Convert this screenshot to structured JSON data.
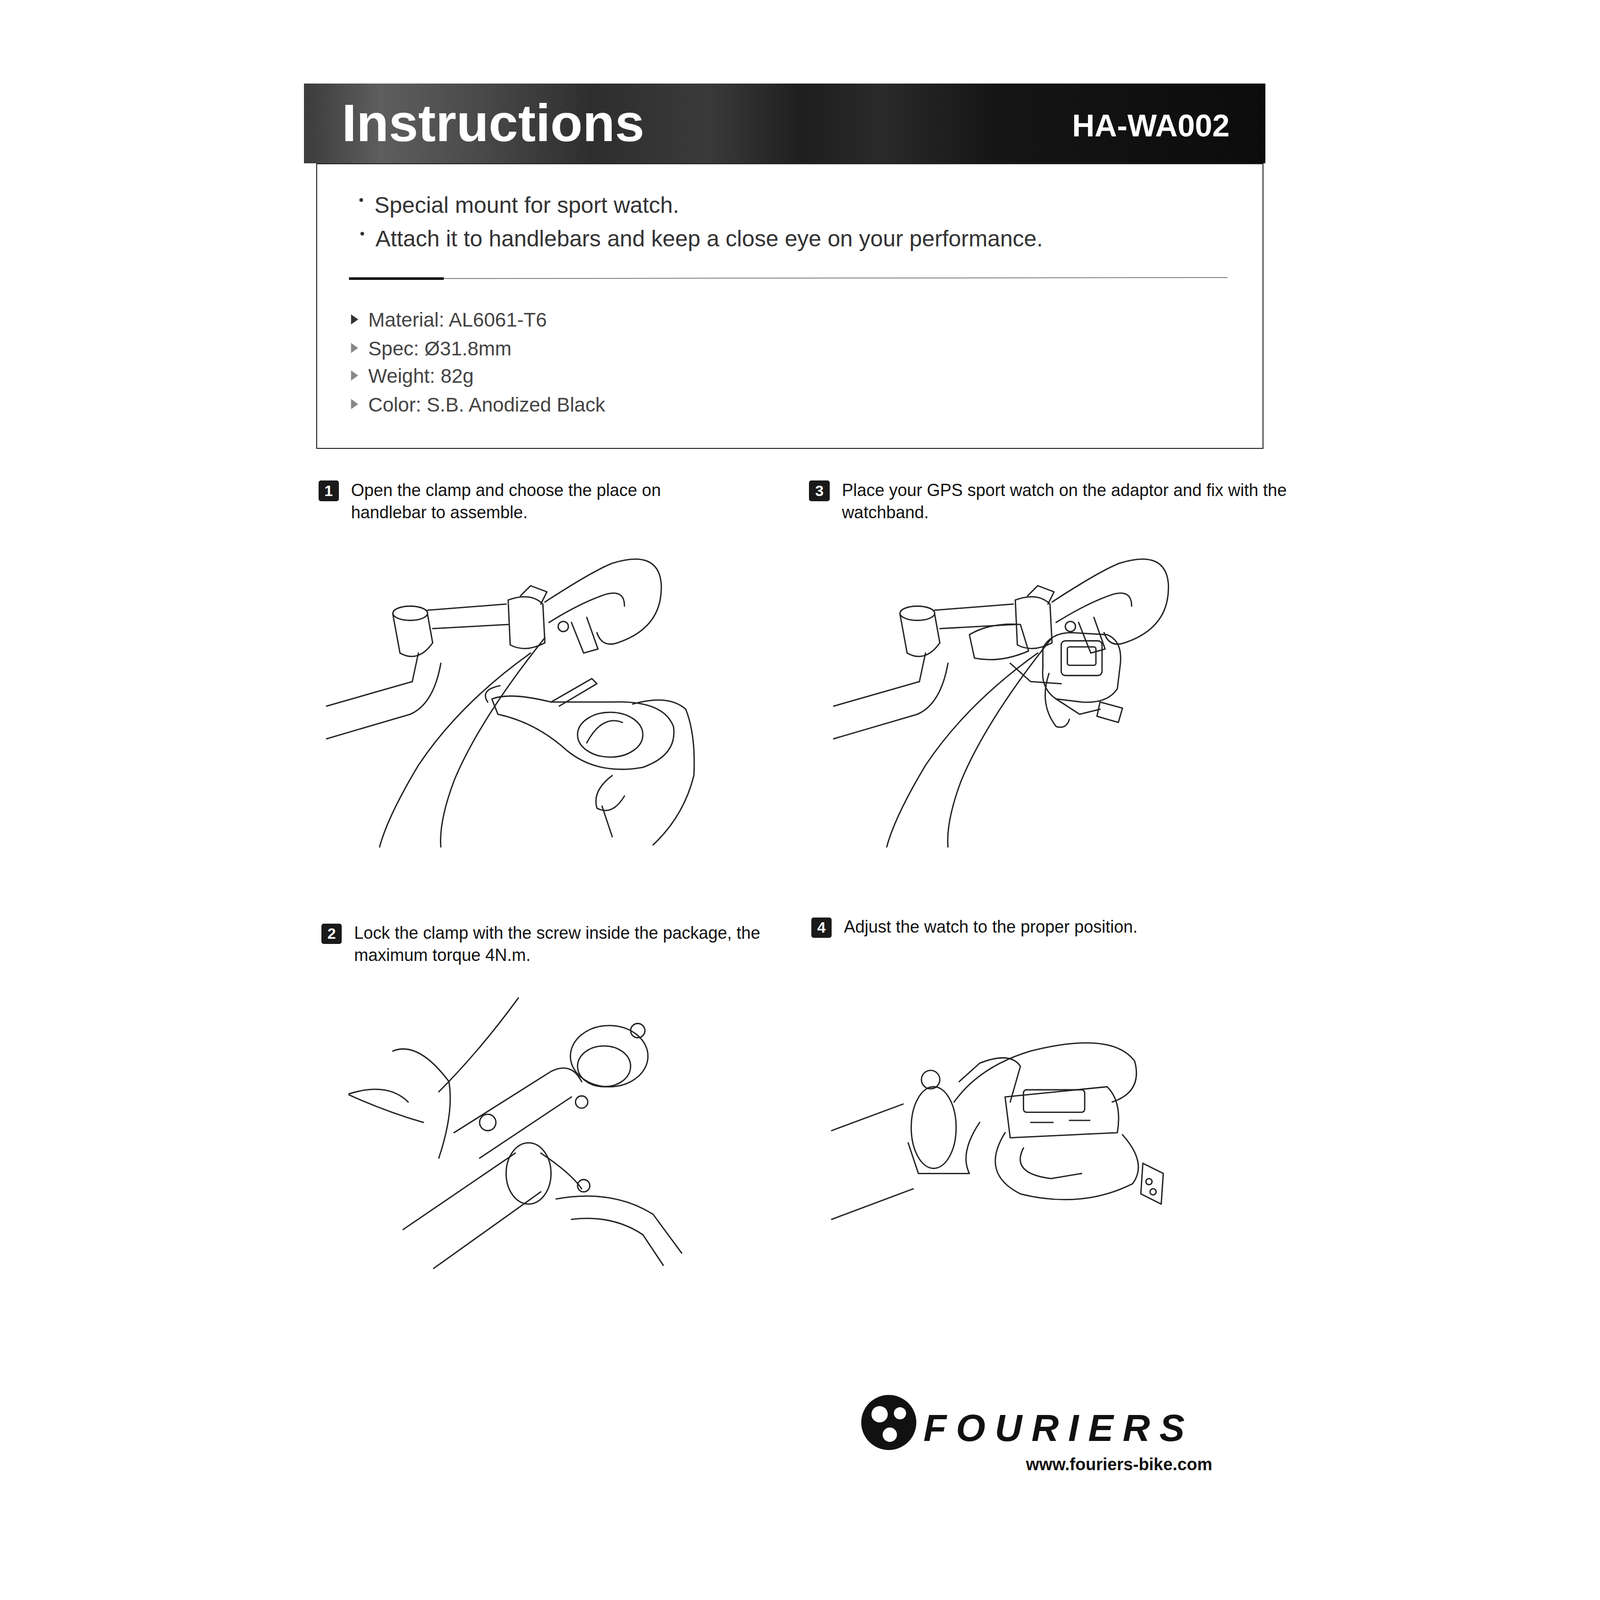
{
  "diagram": {
    "nodes": [
      {
        "text": [
          "Instructions",
          "HA-WA002"
        ]
      },
      {
        "text": [
          "Special mount for sport watch.",
          "Attach it to handlebars and keep a close eye on your performance.",
          "Material: AL6061-T6",
          "Spec: Ø31.8mm",
          "Weight: 82g",
          "Color: S.B. Anodized Black"
        ]
      },
      {
        "text": [
          "1",
          "Open the clamp and choose the place on handlebar to assemble."
        ]
      },
      {
        "text": [
          "2",
          "Lock the clamp with the screw inside the package, the maximum torque 4N.m."
        ]
      },
      {
        "text": [
          "3",
          "Place your GPS sport watch on the adaptor and fix with the watchband."
        ]
      },
      {
        "text": [
          "4",
          "Adjust the watch to the proper position."
        ]
      }
    ],
    "labels": [
      "FOURIERS",
      "www.fouriers-bike.com"
    ]
  }
}
